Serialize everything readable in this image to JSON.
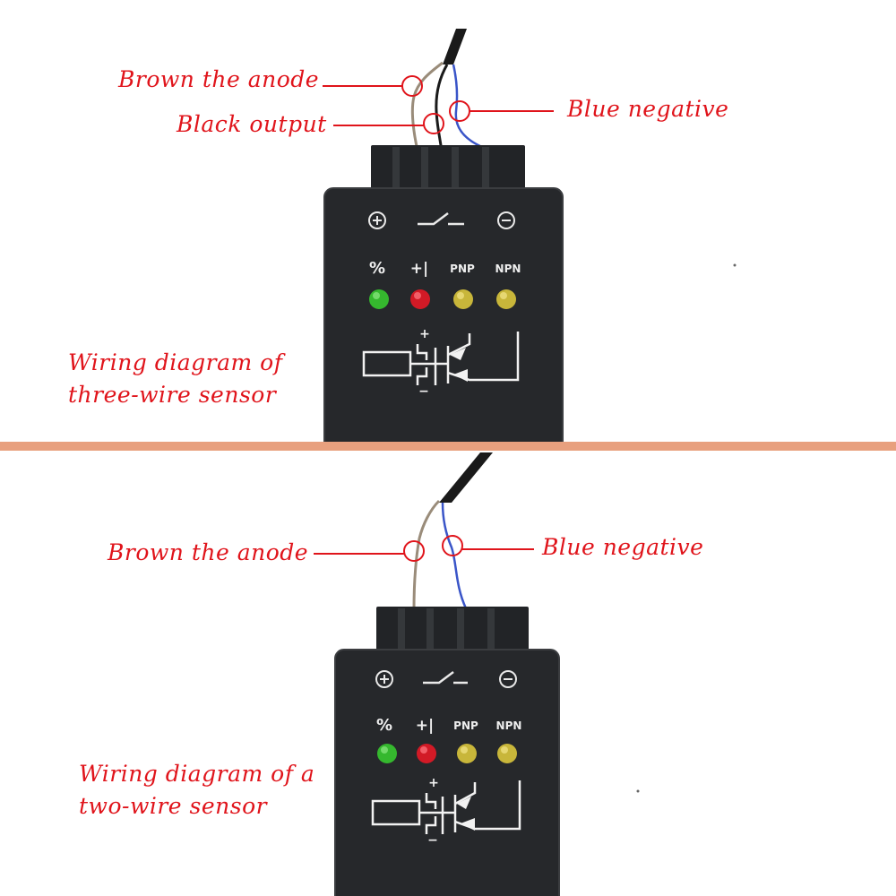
{
  "colors": {
    "callout_red": "#e0141b",
    "divider": "#e8a07e",
    "device_body": "#26282b",
    "device_edge": "#3b3d40",
    "wire_brown": "#9a8c7a",
    "wire_black": "#1a1a1a",
    "wire_blue": "#3a55c8",
    "led_green": "#35b82e",
    "led_red": "#d21a26",
    "led_yellow": "#c8b63a"
  },
  "top_panel": {
    "callouts": {
      "brown": "Brown the anode",
      "black": "Black output",
      "blue": "Blue negative"
    },
    "caption_lines": [
      "Wiring diagram of",
      "three-wire sensor"
    ]
  },
  "bottom_panel": {
    "callouts": {
      "brown": "Brown the anode",
      "blue": "Blue negative"
    },
    "caption_lines": [
      "Wiring diagram of a",
      "two-wire sensor"
    ]
  },
  "device": {
    "indicator_labels": [
      "%",
      "+|",
      "PNP",
      "NPN"
    ],
    "terminal_signs": {
      "plus": "+",
      "minus": "−"
    },
    "diagram_signs": {
      "plus": "+",
      "minus": "−"
    },
    "led_icons": [
      "green-led-icon",
      "red-led-icon",
      "yellow-led-icon",
      "yellow-led-icon"
    ]
  }
}
